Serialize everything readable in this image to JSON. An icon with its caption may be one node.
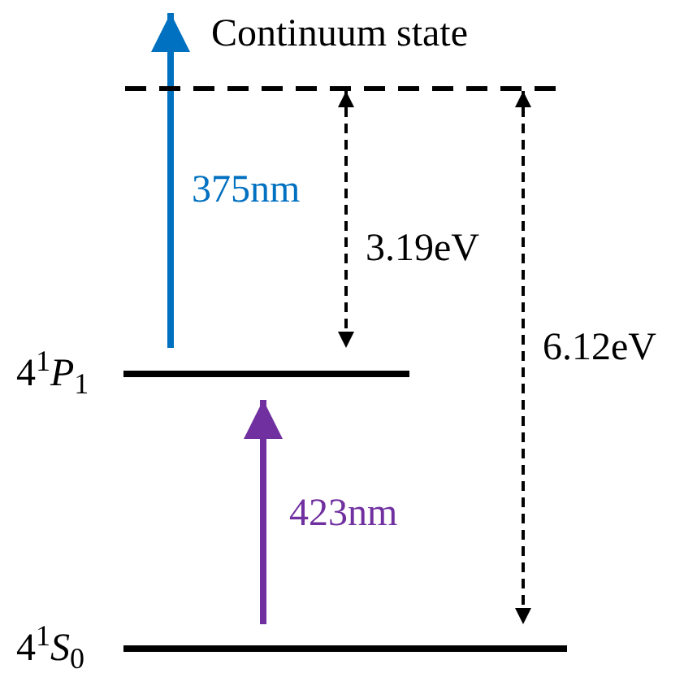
{
  "diagram": {
    "nodes": [
      {
        "text": [
          "Continuum state"
        ]
      },
      {
        "text": [
          "4$^{1}$*P*$_{1}$"
        ]
      },
      {
        "text": [
          "4$^{1}$*S*$_{0}$"
        ]
      }
    ],
    "edges": [
      {
        "from": 1,
        "to": 0,
        "arrow": "to",
        "label": "375nm",
        "style": "thick",
        "color": "#0070c0"
      },
      {
        "from": 2,
        "to": 1,
        "arrow": "to",
        "label": "423nm",
        "style": "thick",
        "color": "#7030a0"
      },
      {
        "from": 0,
        "to": 1,
        "arrow": "both",
        "label": "3.19eV",
        "style": "dashed"
      },
      {
        "from": 0,
        "to": 2,
        "arrow": "both",
        "label": "6.12eV",
        "style": "dashed"
      }
    ]
  }
}
